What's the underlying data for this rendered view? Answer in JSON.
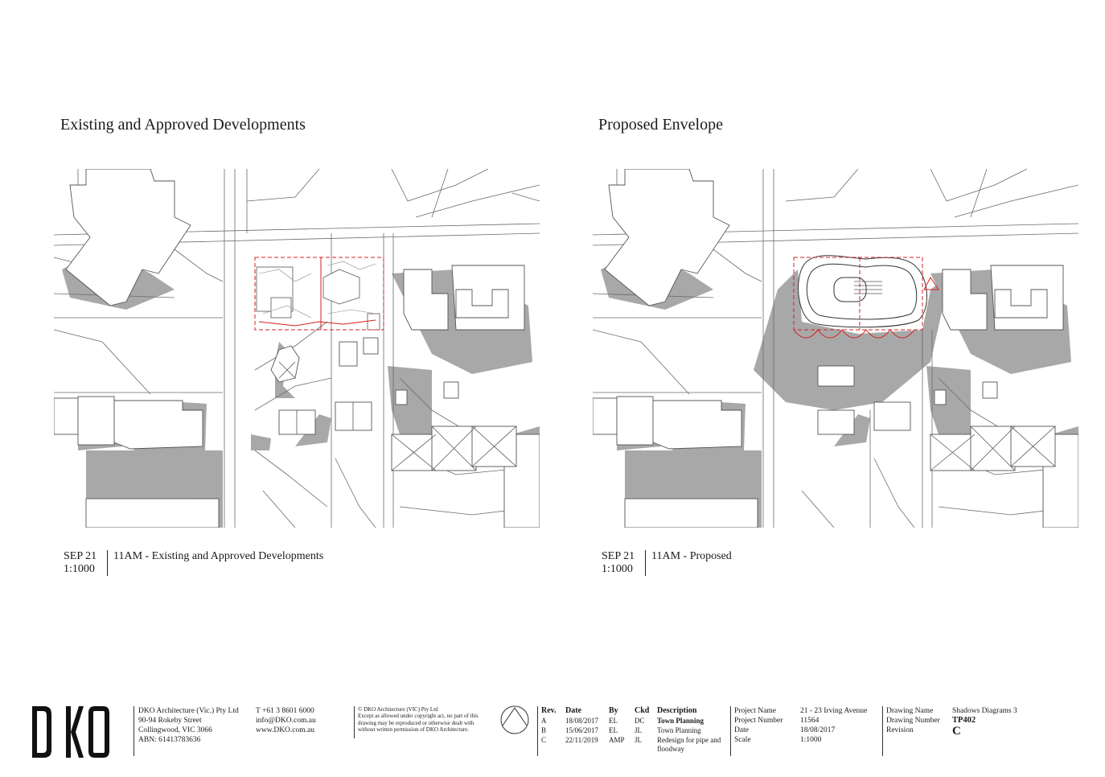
{
  "panels": {
    "left": {
      "title": "Existing and Approved Developments",
      "caption_date": "SEP 21",
      "caption_scale": "1:1000",
      "caption_desc": "11AM - Existing and Approved Developments"
    },
    "right": {
      "title": "Proposed Envelope",
      "caption_date": "SEP 21",
      "caption_scale": "1:1000",
      "caption_desc": "11AM - Proposed"
    }
  },
  "logo": {
    "text": "DKO"
  },
  "firm": {
    "name": "DKO Architecture (Vic.) Pty Ltd",
    "street": "90-94 Rokeby Street",
    "city": "Collingwood, VIC 3066",
    "abn": "ABN: 61413783636",
    "phone": "T +61 3 8601 6000",
    "email": "info@DKO.com.au",
    "web": "www.DKO.com.au"
  },
  "copyright": {
    "line1": "© DKO Architecture (VIC) Pty Ltd",
    "line2": "Except as allowed under copyright act, no part of this drawing may be reproduced or otherwise dealt with without written permission of DKO Architecture."
  },
  "revisions": {
    "headers": [
      "Rev.",
      "Date",
      "By",
      "Ckd",
      "Description"
    ],
    "rows": [
      [
        "A",
        "18/08/2017",
        "EL",
        "DC",
        "Town Planning"
      ],
      [
        "B",
        "15/06/2017",
        "EL",
        "JL",
        "Town Planning"
      ],
      [
        "C",
        "22/11/2019",
        "AMP",
        "JL",
        "Redesign for pipe and floodway"
      ]
    ]
  },
  "project": {
    "name_label": "Project Name",
    "name_value": "21 - 23 Irving Avenue",
    "number_label": "Project Number",
    "number_value": "11564",
    "date_label": "Date",
    "date_value": "18/08/2017",
    "scale_label": "Scale",
    "scale_value": "1:1000"
  },
  "drawing": {
    "name_label": "Drawing Name",
    "name_value": "Shadows Diagrams 3",
    "number_label": "Drawing Number",
    "number_value": "TP402",
    "revision_label": "Revision",
    "revision_value": "C"
  },
  "icons": [
    "north-arrow-icon"
  ],
  "colors": {
    "shadow": "#a8a8a8",
    "site_boundary": "#d42020",
    "linework": "#555555"
  }
}
